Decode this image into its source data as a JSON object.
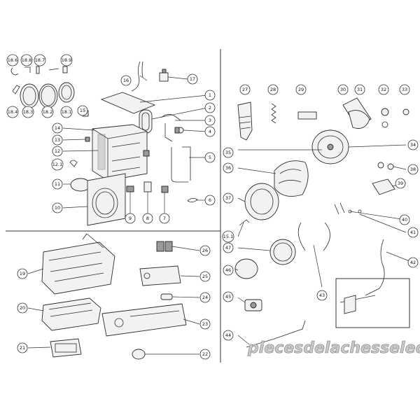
{
  "watermark": "piecesdelachesselec.com",
  "callouts": [
    "18.6",
    "18.8",
    "18.7",
    "18.9",
    "16",
    "17",
    "1",
    "2",
    "3",
    "4",
    "5",
    "6",
    "15",
    "14",
    "13",
    "12",
    "12.1",
    "11",
    "10",
    "9",
    "8",
    "7",
    "18.4",
    "18.3",
    "18.2",
    "18.1",
    "27",
    "28",
    "29",
    "30",
    "31",
    "32",
    "33",
    "34",
    "35",
    "36",
    "37",
    "38",
    "39",
    "40",
    "41",
    "42",
    "43",
    "44",
    "45",
    "46",
    "47",
    "15.1",
    "19",
    "20",
    "21",
    "22",
    "23",
    "24",
    "25",
    "26"
  ]
}
